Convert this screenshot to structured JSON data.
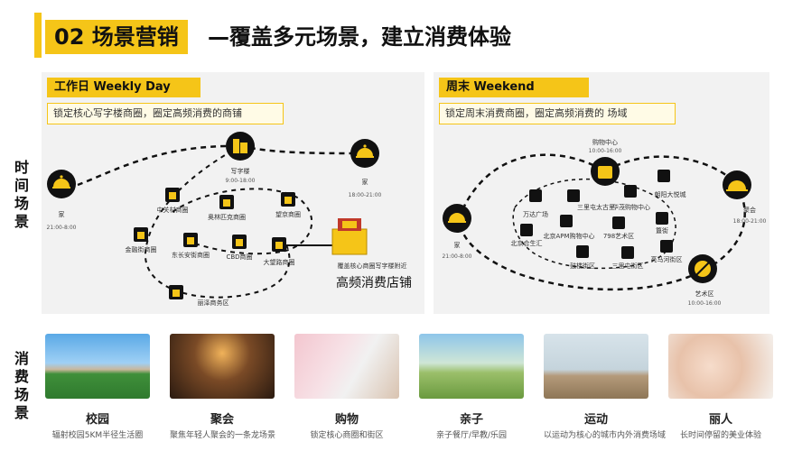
{
  "header": {
    "chip": "02 场景营销",
    "rest": "—覆盖多元场景，建立消费体验"
  },
  "side_labels": {
    "time": [
      "时",
      "间",
      "场",
      "景"
    ],
    "consume": [
      "消",
      "费",
      "场",
      "景"
    ]
  },
  "weekday": {
    "title": "工作日 Weekly  Day",
    "subtitle": "锁定核心写字楼商圈，圈定高频消费的商铺",
    "home_left": {
      "label": "家",
      "time": "21:00-8:00"
    },
    "office": {
      "label": "写字楼",
      "time": "9:00-18:00"
    },
    "home_right": {
      "label": "家",
      "time": "18:00-21:00"
    },
    "districts": [
      "中关村商圈",
      "奥林匹克商圈",
      "望京商圈",
      "金融街商圈",
      "东长安街商圈",
      "CBD商圈",
      "大望路商圈",
      "丽泽商务区"
    ],
    "note": "覆盖核心商圈写字楼附近",
    "store": "高频消费店铺"
  },
  "weekend": {
    "title": "周末 Weekend",
    "subtitle": "锁定周末消费商圈，圈定高频消费的 场域",
    "mall": {
      "label": "购物中心",
      "time": "10:00-16:00"
    },
    "home": {
      "label": "家",
      "time": "21:00-8:00"
    },
    "gathering": {
      "label": "聚会",
      "time": "18:00-21:00"
    },
    "art": {
      "label": "艺术区",
      "time": "10:00-16:00"
    },
    "places": [
      "三里屯太古里",
      "华茂购物中心",
      "朝阳大悦城",
      "万达广场",
      "北京APM购物中心",
      "798艺术区",
      "簋街",
      "北京合生汇",
      "鼓楼街区",
      "三里屯街区",
      "亮马河街区"
    ]
  },
  "scenes": [
    {
      "title": "校园",
      "desc": "辐射校园5KM半径生活圈"
    },
    {
      "title": "聚会",
      "desc": "聚焦年轻人聚会的一条龙场景"
    },
    {
      "title": "购物",
      "desc": "锁定核心商圈和街区"
    },
    {
      "title": "亲子",
      "desc": "亲子餐厅/早教/乐园"
    },
    {
      "title": "运动",
      "desc": "以运动为核心的城市内外消费场域"
    },
    {
      "title": "丽人",
      "desc": "长时间停留的美业体验"
    }
  ],
  "colors": {
    "accent": "#f5c518",
    "dark": "#111111",
    "panel": "#f2f2f2"
  }
}
